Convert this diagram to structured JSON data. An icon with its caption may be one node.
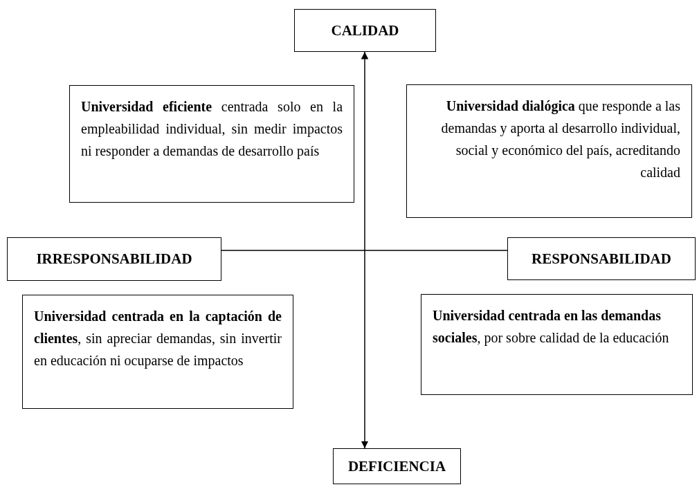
{
  "diagram": {
    "nodes": [
      {
        "text": [
          "CALIDAD"
        ]
      },
      {
        "text": [
          "**Universidad eficiente** centrada solo en la empleabilidad individual, sin medir impactos ni responder a demandas de desarrollo país"
        ]
      },
      {
        "text": [
          "**Universidad dialógica** que responde a las demandas y aporta al desarrollo individual, social y económico del país, acreditando calidad"
        ]
      },
      {
        "text": [
          "IRRESPONSABILIDAD"
        ]
      },
      {
        "text": [
          "RESPONSABILIDAD"
        ]
      },
      {
        "text": [
          "**Universidad centrada en la captación de clientes**, sin apreciar demandas, sin invertir en educación ni ocuparse de impactos"
        ]
      },
      {
        "text": [
          "**Universidad centrada en las demandas sociales**, por sobre calidad de la educación"
        ]
      },
      {
        "text": [
          "DEFICIENCIA"
        ]
      }
    ],
    "edges": [
      {
        "from": 0,
        "to": 7,
        "arrow": "both"
      },
      {
        "from": 3,
        "to": 4,
        "arrow": "none"
      }
    ]
  }
}
